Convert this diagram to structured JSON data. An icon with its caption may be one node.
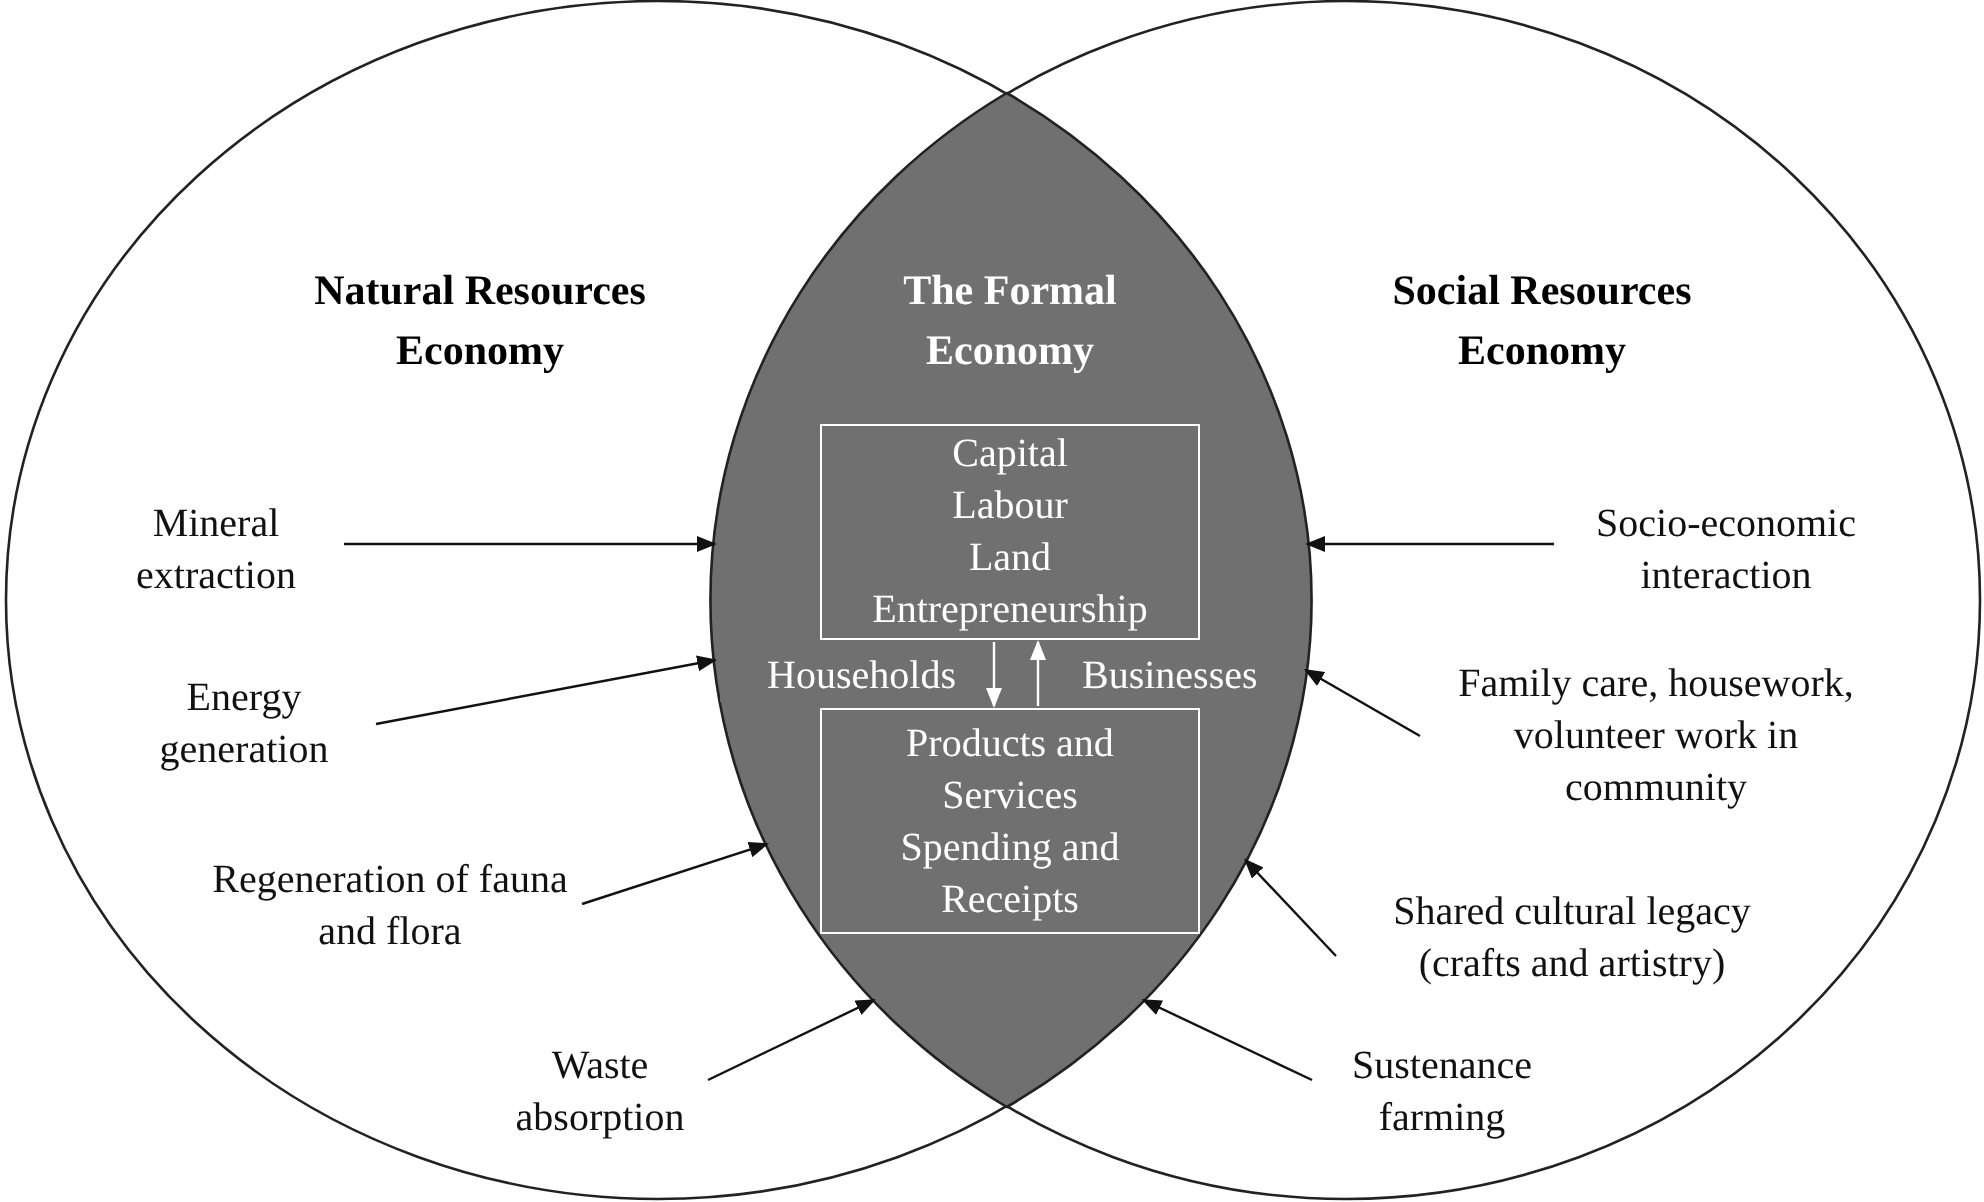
{
  "diagram": {
    "nodes": [
      {
        "text": [
          "Natural Resources Economy"
        ]
      },
      {
        "text": [
          "Social Resources Economy"
        ]
      },
      {
        "text": [
          "The Formal Economy"
        ]
      },
      {
        "text": [
          "Capital",
          "Labour",
          "Land",
          "Entrepreneurship"
        ],
        "in": 2
      },
      {
        "text": [
          "Products and Services",
          "Spending and Receipts"
        ],
        "in": 2
      },
      {
        "text": [
          "Mineral extraction"
        ],
        "in": 0
      },
      {
        "text": [
          "Energy generation"
        ],
        "in": 0
      },
      {
        "text": [
          "Regeneration of fauna and flora"
        ],
        "in": 0
      },
      {
        "text": [
          "Waste absorption"
        ],
        "in": 0
      },
      {
        "text": [
          "Socio-economic interaction"
        ],
        "in": 1
      },
      {
        "text": [
          "Family care, housework, volunteer work in community"
        ],
        "in": 1
      },
      {
        "text": [
          "Shared cultural legacy (crafts and artistry)"
        ],
        "in": 1
      },
      {
        "text": [
          "Sustenance farming"
        ],
        "in": 1
      }
    ],
    "edges": [
      {
        "from": 5,
        "to": 2,
        "arrow": "to"
      },
      {
        "from": 6,
        "to": 2,
        "arrow": "to"
      },
      {
        "from": 7,
        "to": 2,
        "arrow": "to"
      },
      {
        "from": 8,
        "to": 2,
        "arrow": "to"
      },
      {
        "from": 9,
        "to": 2,
        "arrow": "to"
      },
      {
        "from": 10,
        "to": 2,
        "arrow": "to"
      },
      {
        "from": 11,
        "to": 2,
        "arrow": "to"
      },
      {
        "from": 12,
        "to": 2,
        "arrow": "to"
      },
      {
        "from": 3,
        "to": 4,
        "arrow": "to",
        "label": "Households",
        "color": "#ffffff"
      },
      {
        "from": 4,
        "to": 3,
        "arrow": "to",
        "label": "Businesses",
        "color": "#ffffff"
      }
    ]
  }
}
